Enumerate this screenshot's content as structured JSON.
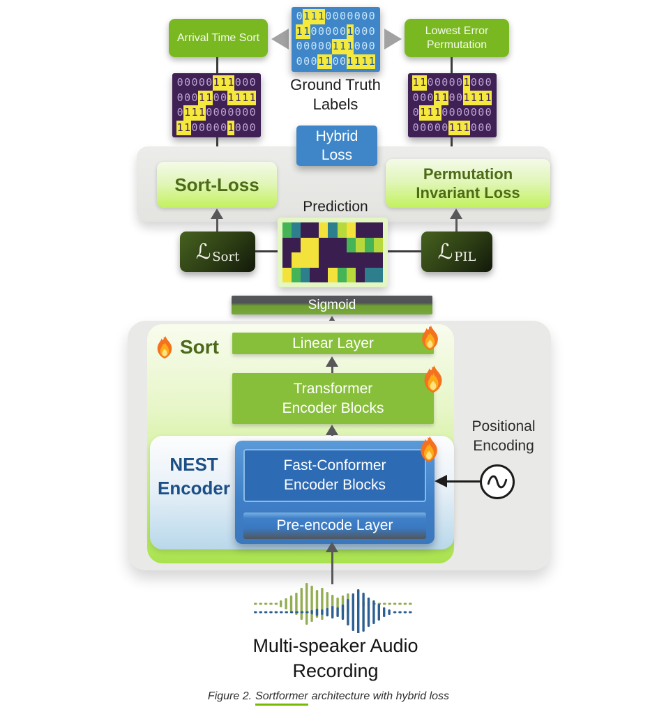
{
  "labels": {
    "arrival_time_sort": "Arrival Time Sort",
    "lowest_error_permutation": "Lowest Error Permutation",
    "ground_truth": "Ground Truth Labels",
    "hybrid_loss": "Hybrid Loss",
    "sort_loss": "Sort-Loss",
    "permutation_invariant_loss": "Permutation Invariant Loss",
    "prediction": "Prediction",
    "loss_symbol": "ℒ",
    "l_sort_sub": "Sort",
    "l_pil_sub": "PIL",
    "sigmoid": "Sigmoid",
    "sort_stage": "Sort",
    "linear_layer": "Linear Layer",
    "transformer_encoder_blocks": "Transformer Encoder Blocks",
    "nest_encoder": "NEST Encoder",
    "fast_conformer_encoder_blocks": "Fast-Conformer Encoder Blocks",
    "pre_encode_layer": "Pre-encode Layer",
    "positional_encoding": "Positional Encoding",
    "multi_speaker": "Multi-speaker Audio Recording",
    "caption_prefix": "Figure 2.",
    "caption_keyword": "Sortformer",
    "caption_suffix": "architecture with hybrid loss"
  },
  "matrices": {
    "ground_truth_rows": [
      "01110000000",
      "11000001000",
      "00000111000",
      "00011001111"
    ],
    "arrival_sorted_rows": [
      "00000111000",
      "00011001111",
      "01110000000",
      "11000001000"
    ],
    "permuted_rows": [
      "11000001000",
      "00011001111",
      "01110000000",
      "00000111000"
    ]
  },
  "heatmap": {
    "palette": {
      "P": "#3b1e50",
      "T": "#2e7f8e",
      "G": "#45b457",
      "L": "#b8d93c",
      "Y": "#f2e23b"
    },
    "rows": [
      "GTPPYTLYPPP",
      "PPYYPPPGLGL",
      "PYYYPPPPPPP",
      "YGTPPYGLPTT"
    ]
  },
  "waveform": {
    "green_bars": [
      3,
      3,
      3,
      3,
      3,
      10,
      16,
      24,
      32,
      46,
      60,
      52,
      40,
      46,
      34,
      26,
      18,
      24,
      30,
      20,
      12,
      8,
      5,
      3,
      3,
      3,
      3,
      3,
      3,
      3,
      3
    ],
    "blue_bars": [
      3,
      3,
      3,
      3,
      3,
      3,
      3,
      3,
      3,
      3,
      3,
      6,
      10,
      8,
      12,
      18,
      14,
      22,
      38,
      54,
      66,
      56,
      42,
      34,
      24,
      14,
      8,
      3,
      3,
      3,
      3
    ]
  },
  "colors": {
    "nvidia_green": "#76b900",
    "button_green": "#7ab822",
    "matrix_blue": "#3e86c8",
    "matrix_purple": "#3f2155",
    "highlight_yellow": "#f5e93e",
    "panel_gray": "#e9e9e7",
    "loss_text_green": "#4c6b17",
    "bar_green": "#87bf3a",
    "nest_text_blue": "#1b4f86",
    "fast_conformer_blue": "#2d6bb4",
    "waveform_green": "#93ad52",
    "waveform_blue": "#2d5f92"
  }
}
